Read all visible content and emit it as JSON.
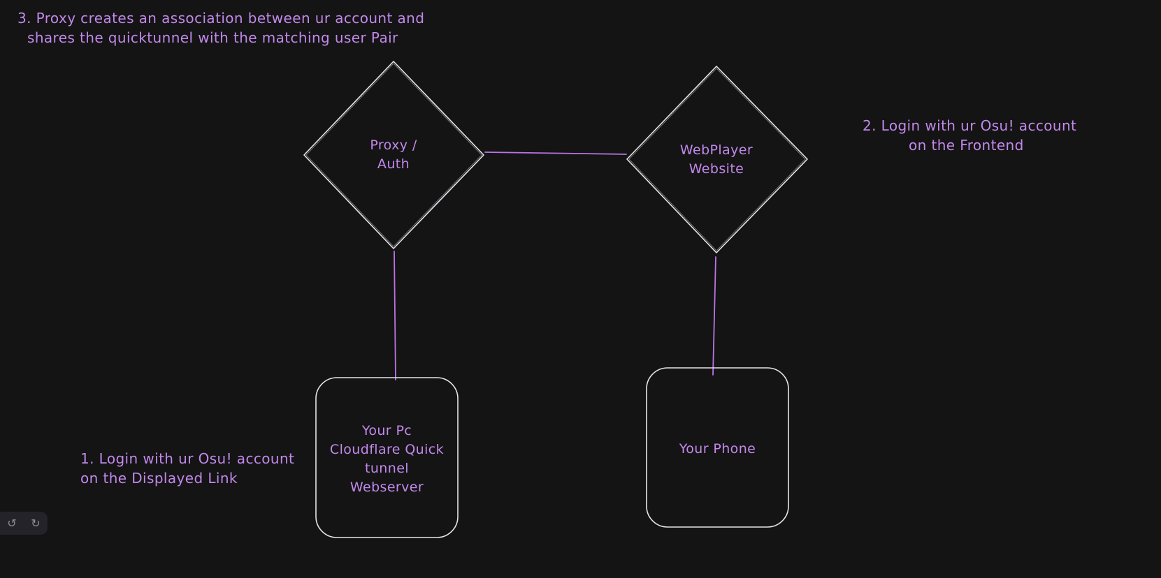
{
  "app": {
    "background": "#141414"
  },
  "colors": {
    "accent_purple": "#bb74e6",
    "label_purple": "#c289ec",
    "shape_stroke": "#e5e5ea",
    "panel_bg": "#232329"
  },
  "annotations": {
    "step1": {
      "line1": "1. Login with ur Osu! account",
      "line2": "on the Displayed Link"
    },
    "step2": {
      "line1": "2. Login with ur Osu! account",
      "line2": "on the Frontend"
    },
    "step3": {
      "line1": "3. Proxy creates an association between ur account and",
      "line2": "shares the quicktunnel with the matching user Pair"
    }
  },
  "nodes": {
    "proxy": {
      "line1": "Proxy /",
      "line2": "Auth"
    },
    "webplayer": {
      "line1": "WebPlayer",
      "line2": "Website"
    },
    "pc": {
      "line1": "Your Pc",
      "line2": "Cloudflare Quick",
      "line3": "tunnel",
      "line4": "Webserver"
    },
    "phone": {
      "line1": "Your Phone"
    }
  },
  "toolbar": {
    "undo_icon": "↺",
    "redo_icon": "↻"
  }
}
